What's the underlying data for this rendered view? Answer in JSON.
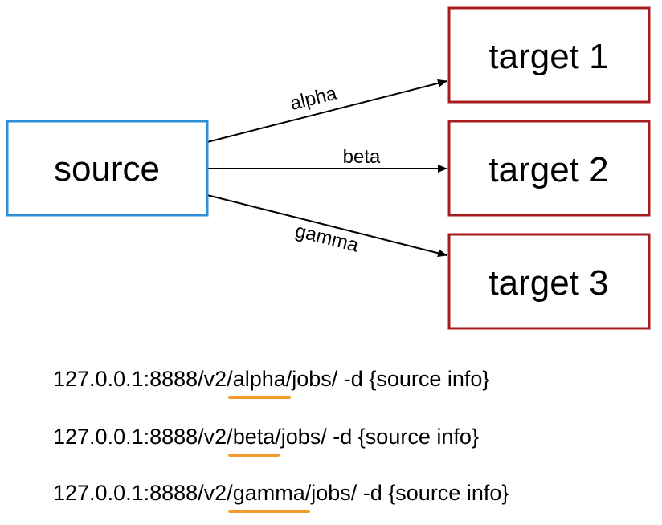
{
  "colors": {
    "source_border": "#2b90d9",
    "target_border": "#a61c1c",
    "arrow": "#000000",
    "highlight_underline": "#f39c2b"
  },
  "nodes": {
    "source": {
      "label": "source"
    },
    "targets": [
      {
        "label": "target 1"
      },
      {
        "label": "target 2"
      },
      {
        "label": "target 3"
      }
    ]
  },
  "edges": [
    {
      "from": "source",
      "to": "target 1",
      "label": "alpha"
    },
    {
      "from": "source",
      "to": "target 2",
      "label": "beta"
    },
    {
      "from": "source",
      "to": "target 3",
      "label": "gamma"
    }
  ],
  "commands": [
    {
      "prefix": "127.0.0.1:8888/v2/",
      "highlight": "alpha",
      "suffix": "/jobs/ -d {source info}"
    },
    {
      "prefix": "127.0.0.1:8888/v2/",
      "highlight": "beta",
      "suffix": "/jobs/ -d {source info}"
    },
    {
      "prefix": "127.0.0.1:8888/v2/",
      "highlight": "gamma",
      "suffix": "/jobs/ -d {source info}"
    }
  ]
}
